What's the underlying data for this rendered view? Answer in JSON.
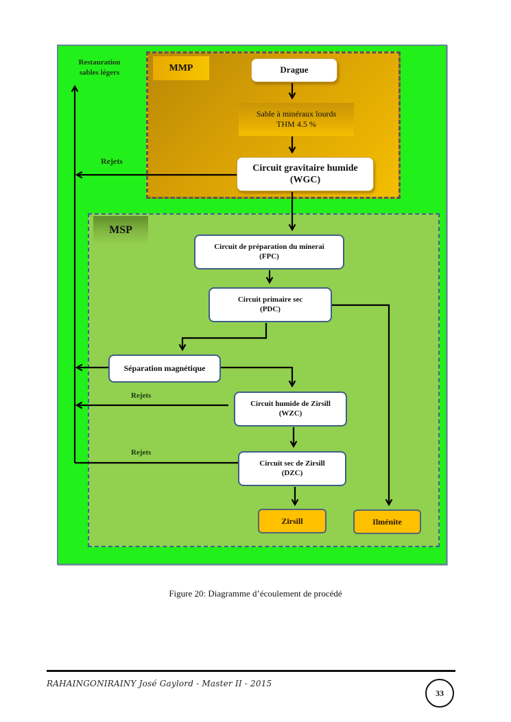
{
  "diagram": {
    "zones": {
      "mmp": {
        "label": "MMP",
        "color": "#f2bb00"
      },
      "msp": {
        "label": "MSP",
        "color": "#92d050"
      },
      "outer_color": "#22f01a"
    },
    "nodes": {
      "drague": {
        "title": "Drague"
      },
      "sable": {
        "line1": "Sable à minéraux lourds",
        "line2": "THM 4.5 %"
      },
      "wgc": {
        "title": "Circuit gravitaire humide",
        "code": "(WGC)"
      },
      "fpc": {
        "title": "Circuit de préparation du minerai",
        "code": "(FPC)"
      },
      "pdc": {
        "title": "Circuit primaire sec",
        "code": "(PDC)"
      },
      "separation": {
        "title": "Séparation magnétique"
      },
      "wzc": {
        "title": "Circuit humide de Zirsill",
        "code": "(WZC)"
      },
      "dzc": {
        "title": "Circuit sec de Zirsill",
        "code": "(DZC)"
      },
      "zirsill": {
        "title": "Zirsill",
        "color": "#ffc000"
      },
      "ilmenite": {
        "title": "Ilménite",
        "color": "#ffc000"
      }
    },
    "labels": {
      "restauration_line1": "Restauration",
      "restauration_line2": "sables légers",
      "rejets_1": "Rejets",
      "rejets_2": "Rejets",
      "rejets_3": "Rejets"
    },
    "edges": [
      {
        "from": "drague",
        "to": "sable"
      },
      {
        "from": "sable",
        "to": "wgc"
      },
      {
        "from": "wgc",
        "to": "restauration",
        "label": "Rejets"
      },
      {
        "from": "wgc",
        "to": "fpc"
      },
      {
        "from": "fpc",
        "to": "pdc"
      },
      {
        "from": "pdc",
        "to": "separation"
      },
      {
        "from": "pdc",
        "to": "ilmenite"
      },
      {
        "from": "separation",
        "to": "restauration"
      },
      {
        "from": "separation",
        "to": "wzc"
      },
      {
        "from": "wzc",
        "to": "restauration",
        "label": "Rejets"
      },
      {
        "from": "wzc",
        "to": "dzc"
      },
      {
        "from": "dzc",
        "to": "restauration",
        "label": "Rejets"
      },
      {
        "from": "dzc",
        "to": "zirsill"
      }
    ]
  },
  "caption": "Figure  20: Diagramme d’écoulement de procédé",
  "footer": {
    "author": "RAHAINGONIRAINY José Gaylord - Master II - 2015",
    "page_number": "33"
  }
}
